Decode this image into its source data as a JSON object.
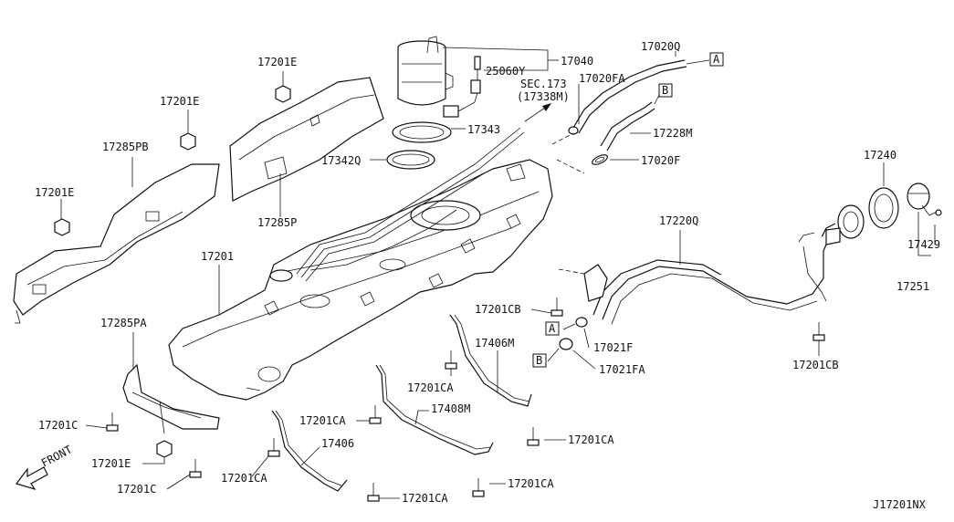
{
  "labels": {
    "p17040": "17040",
    "p25060Y": "25060Y",
    "sec173": "SEC.173",
    "p17338M": "(17338M)",
    "p17343": "17343",
    "p17342Q": "17342Q",
    "p17020Q": "17020Q",
    "p17020FA": "17020FA",
    "p17228M": "17228M",
    "p17020F": "17020F",
    "ref_a_top": "A",
    "ref_b_top": "B",
    "p17240": "17240",
    "p17429": "17429",
    "p17251": "17251",
    "p17220Q": "17220Q",
    "p17201E_a": "17201E",
    "p17201E_b": "17201E",
    "p17201E_c": "17201E",
    "p17201E_d": "17201E",
    "p17285PB": "17285PB",
    "p17285P": "17285P",
    "p17201": "17201",
    "p17285PA": "17285PA",
    "p17201C_a": "17201C",
    "p17201C_b": "17201C",
    "p17201CB_a": "17201CB",
    "p17201CB_b": "17201CB",
    "ref_a_mid": "A",
    "ref_b_mid": "B",
    "p17021F": "17021F",
    "p17021FA": "17021FA",
    "p17406M": "17406M",
    "p17201CA_a": "17201CA",
    "p17201CA_b": "17201CA",
    "p17201CA_c": "17201CA",
    "p17201CA_d": "17201CA",
    "p17201CA_e": "17201CA",
    "p17201CA_f": "17201CA",
    "p17408M": "17408M",
    "p17406": "17406",
    "front": "FRONT",
    "diagram_code": "J17201NX"
  }
}
